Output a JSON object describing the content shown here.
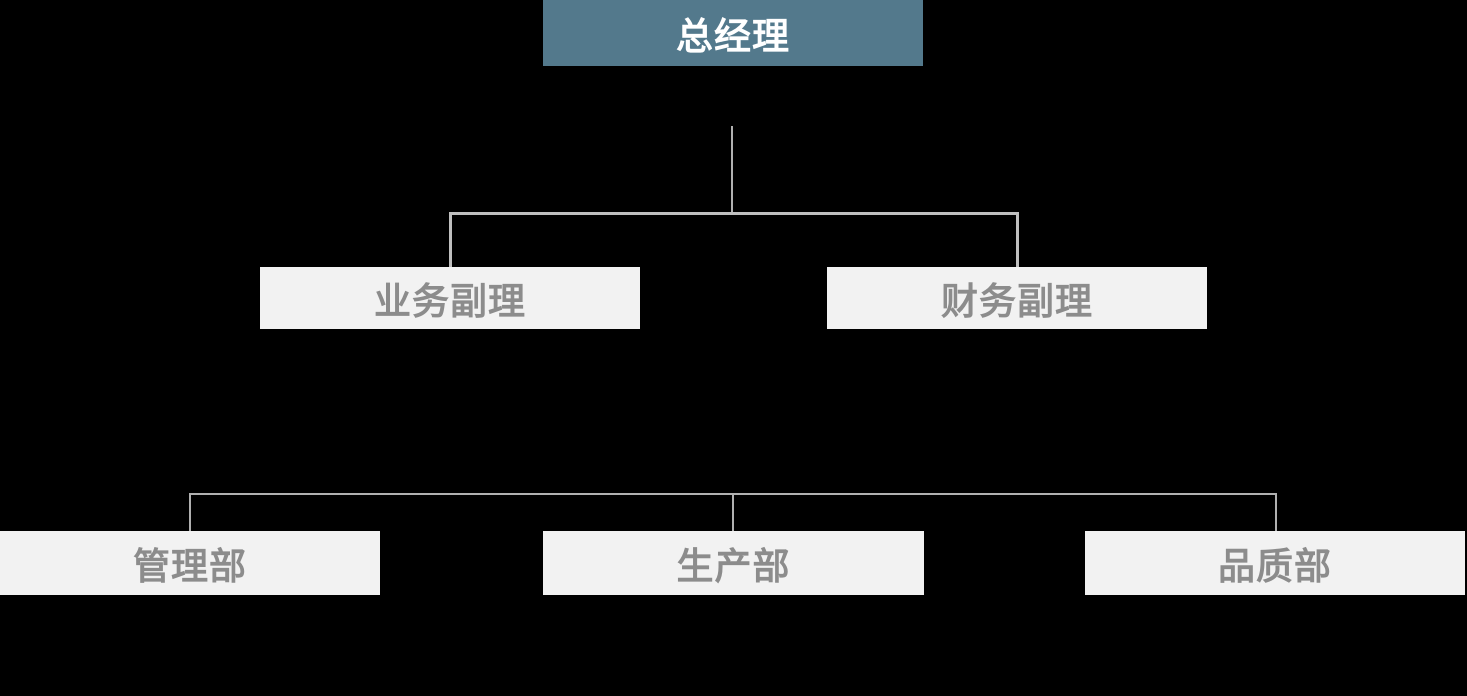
{
  "diagram": {
    "type": "org-chart",
    "nodes": {
      "root": {
        "label": "总经理"
      },
      "level2": [
        {
          "label": "业务副理"
        },
        {
          "label": "财务副理"
        }
      ],
      "level3": [
        {
          "label": "管理部"
        },
        {
          "label": "生产部"
        },
        {
          "label": "品质部"
        }
      ]
    },
    "colors": {
      "background": "#000000",
      "root_fill": "#53798C",
      "root_text": "#FFFFFF",
      "node_fill": "#F2F2F2",
      "node_text": "#8C8C8C",
      "connector": "#BFBFBF",
      "connector_thin": "#B0B0B0"
    }
  }
}
